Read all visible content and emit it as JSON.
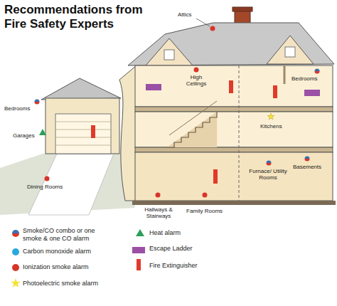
{
  "diagram": {
    "title": "Recommendations from Fire Safety Experts",
    "labels": [
      "Attics",
      "High Ceilings",
      "Bedrooms",
      "Bedrooms",
      "Kitchens",
      "Garages",
      "Dining Rooms",
      "Hallways & Stairways",
      "Family Rooms",
      "Furnace/ Utility Rooms",
      "Basements"
    ],
    "legend": [
      {
        "text": "Smoke/CO combo or one smoke & one CO alarm"
      },
      {
        "text": "Carbon monoxide alarm",
        "color": "#29a9e0"
      },
      {
        "text": "Ionization smoke alarm",
        "color": "#d8352a"
      },
      {
        "text": "Photoelectric smoke alarm",
        "color": "#f5e23a"
      },
      {
        "text": "Heat alarm",
        "color": "#2e9e5b"
      },
      {
        "text": "Escape Ladder",
        "color": "#9b4fa5"
      },
      {
        "text": "Fire Extinguisher",
        "color": "#e03a2a"
      }
    ]
  }
}
